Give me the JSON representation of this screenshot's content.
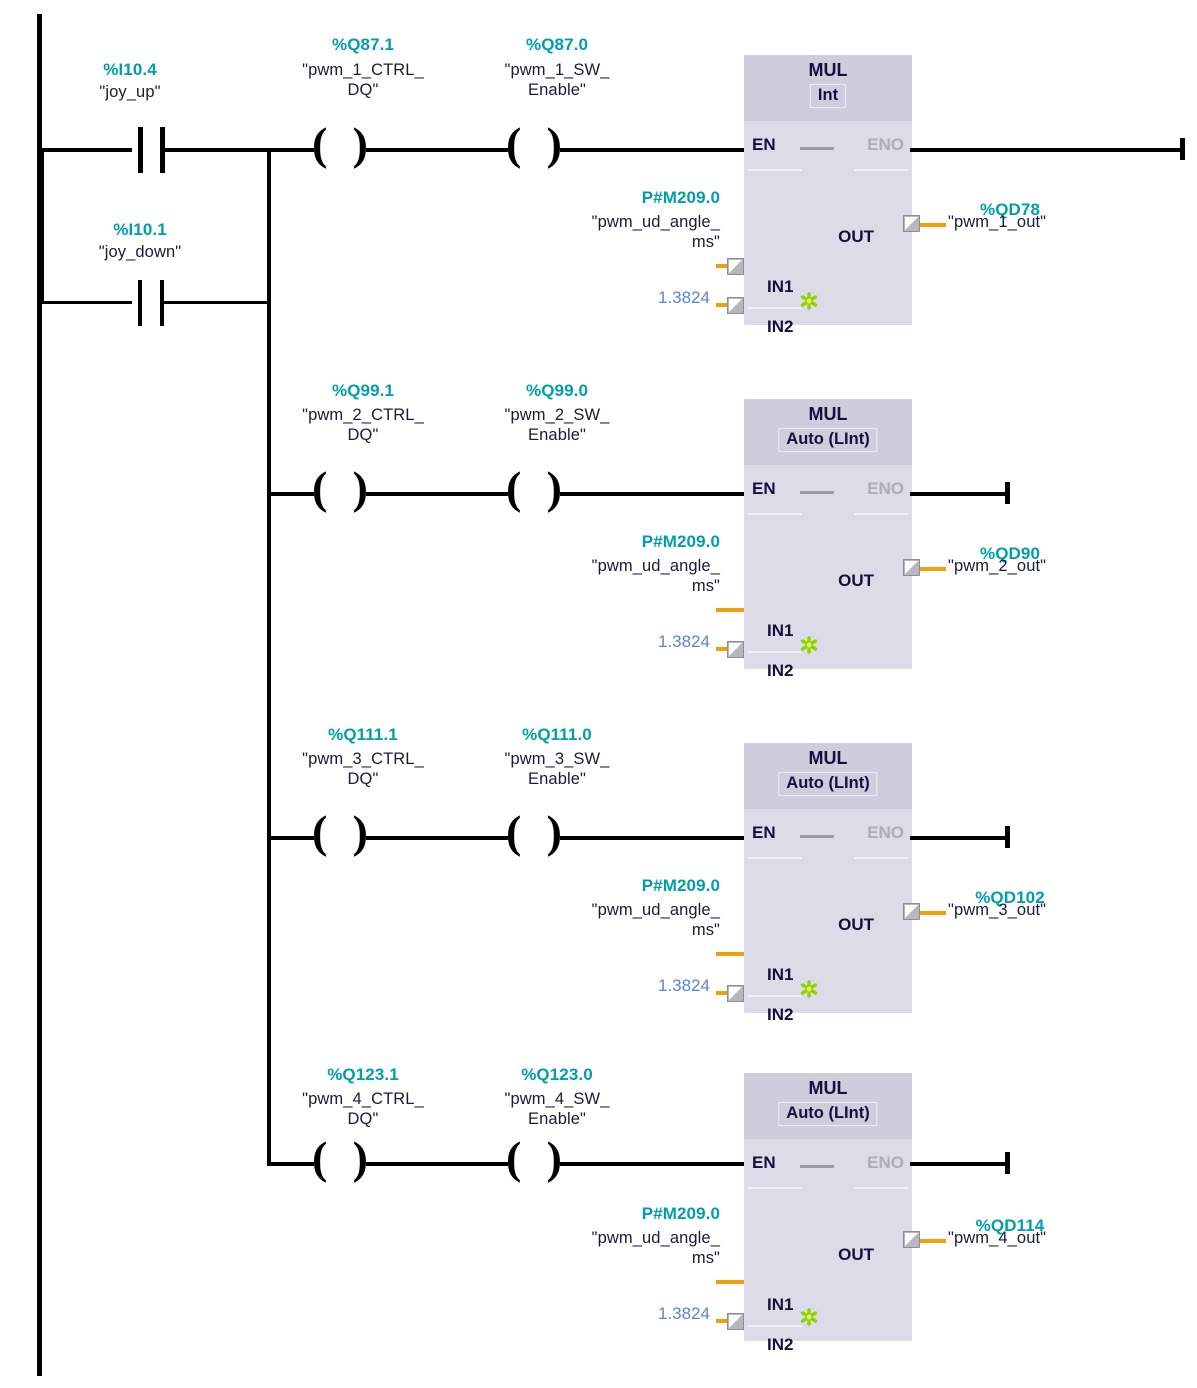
{
  "diagram": {
    "type": "ladder-logic",
    "language": "LAD",
    "description": "Siemens TIA Portal LAD network: joystick up/down parallel contacts enabling four PWM MUL blocks"
  },
  "colors": {
    "address": "#00A0A8",
    "symbol": "#1A1A3A",
    "constant": "#5C82D6",
    "connector": "#F2A007",
    "block_body": "#DCDCE8",
    "block_header": "#CDCDDE",
    "eno_disabled": "#ADADBA",
    "wire": "#000000",
    "asterisk": "#8FD400"
  },
  "inputs": [
    {
      "address": "%I10.4",
      "symbol": "\"joy_up\"",
      "type": "no-contact"
    },
    {
      "address": "%I10.1",
      "symbol": "\"joy_down\"",
      "type": "no-contact"
    }
  ],
  "rungs": [
    {
      "id": "rung-1",
      "coils": [
        {
          "address": "%Q87.1",
          "symbol": "\"pwm_1_CTRL_\nDQ\"",
          "type": "coil"
        },
        {
          "address": "%Q87.0",
          "symbol": "\"pwm_1_SW_\nEnable\"",
          "type": "coil"
        }
      ],
      "block": {
        "name": "MUL",
        "datatype": "Int",
        "en": "EN",
        "eno": "ENO",
        "in1_label": "IN1",
        "in2_label": "IN2",
        "out_label": "OUT",
        "in1": {
          "address": "P#M209.0",
          "symbol": "\"pwm_ud_angle_\nms\""
        },
        "in2": {
          "value": "1.3824"
        },
        "out": {
          "address": "%QD78",
          "symbol": "\"pwm_1_out\""
        }
      }
    },
    {
      "id": "rung-2",
      "coils": [
        {
          "address": "%Q99.1",
          "symbol": "\"pwm_2_CTRL_\nDQ\"",
          "type": "coil"
        },
        {
          "address": "%Q99.0",
          "symbol": "\"pwm_2_SW_\nEnable\"",
          "type": "coil"
        }
      ],
      "block": {
        "name": "MUL",
        "datatype": "Auto (LInt)",
        "en": "EN",
        "eno": "ENO",
        "in1_label": "IN1",
        "in2_label": "IN2",
        "out_label": "OUT",
        "in1": {
          "address": "P#M209.0",
          "symbol": "\"pwm_ud_angle_\nms\""
        },
        "in2": {
          "value": "1.3824"
        },
        "out": {
          "address": "%QD90",
          "symbol": "\"pwm_2_out\""
        }
      }
    },
    {
      "id": "rung-3",
      "coils": [
        {
          "address": "%Q111.1",
          "symbol": "\"pwm_3_CTRL_\nDQ\"",
          "type": "coil"
        },
        {
          "address": "%Q111.0",
          "symbol": "\"pwm_3_SW_\nEnable\"",
          "type": "coil"
        }
      ],
      "block": {
        "name": "MUL",
        "datatype": "Auto (LInt)",
        "en": "EN",
        "eno": "ENO",
        "in1_label": "IN1",
        "in2_label": "IN2",
        "out_label": "OUT",
        "in1": {
          "address": "P#M209.0",
          "symbol": "\"pwm_ud_angle_\nms\""
        },
        "in2": {
          "value": "1.3824"
        },
        "out": {
          "address": "%QD102",
          "symbol": "\"pwm_3_out\""
        }
      }
    },
    {
      "id": "rung-4",
      "coils": [
        {
          "address": "%Q123.1",
          "symbol": "\"pwm_4_CTRL_\nDQ\"",
          "type": "coil"
        },
        {
          "address": "%Q123.0",
          "symbol": "\"pwm_4_SW_\nEnable\"",
          "type": "coil"
        }
      ],
      "block": {
        "name": "MUL",
        "datatype": "Auto (LInt)",
        "en": "EN",
        "eno": "ENO",
        "in1_label": "IN1",
        "in2_label": "IN2",
        "out_label": "OUT",
        "in1": {
          "address": "P#M209.0",
          "symbol": "\"pwm_ud_angle_\nms\""
        },
        "in2": {
          "value": "1.3824"
        },
        "out": {
          "address": "%QD114",
          "symbol": "\"pwm_4_out\""
        }
      }
    }
  ]
}
